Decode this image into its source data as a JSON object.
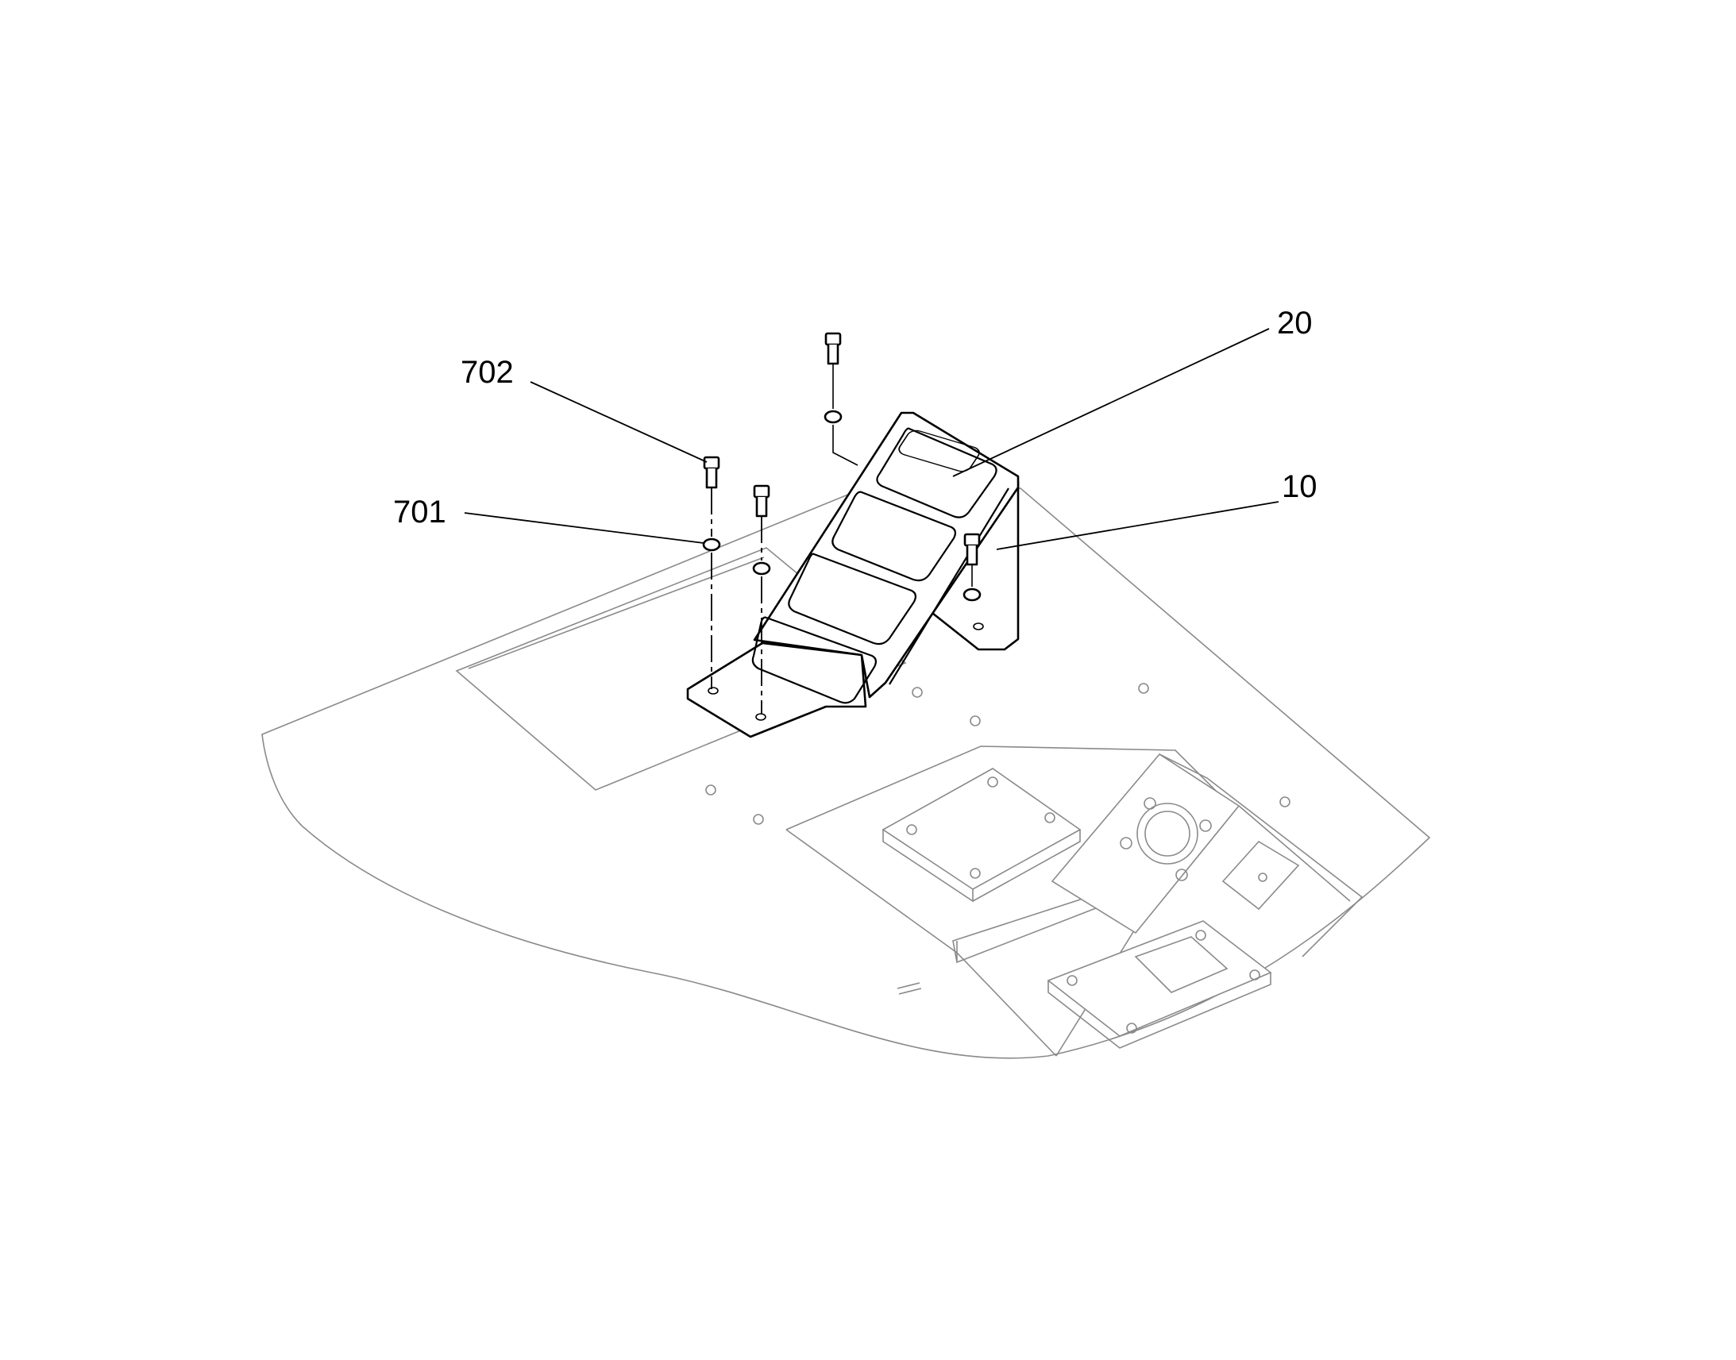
{
  "callouts": {
    "c702": "702",
    "c701": "701",
    "c20": "20",
    "c10": "10"
  }
}
